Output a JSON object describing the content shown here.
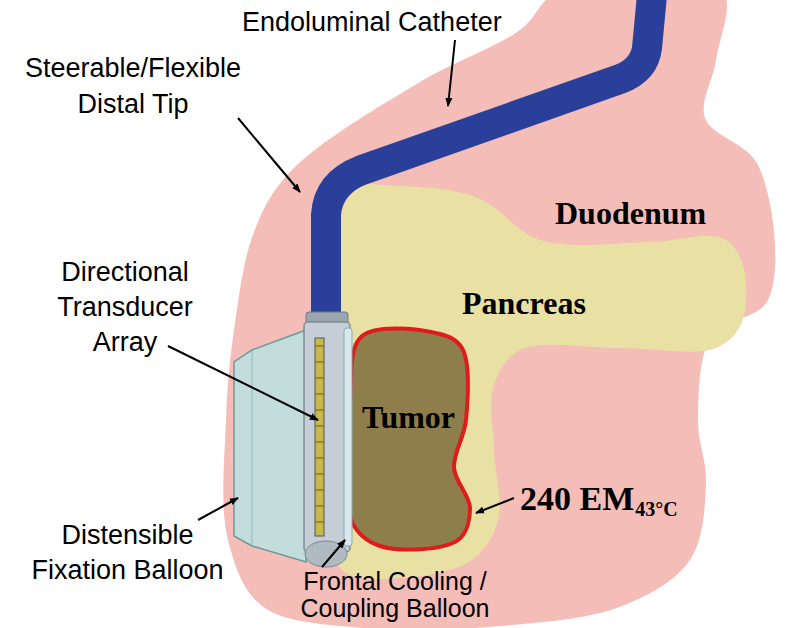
{
  "diagram": {
    "labels": [
      "Endoluminal Catheter",
      "Steerable/Flexible Distal Tip",
      "Duodenum",
      "Directional Transducer Array",
      "Pancreas",
      "Tumor",
      "240 EM",
      "43°C",
      "Distensible Fixation Balloon",
      "Frontal Cooling / Coupling Balloon"
    ]
  }
}
